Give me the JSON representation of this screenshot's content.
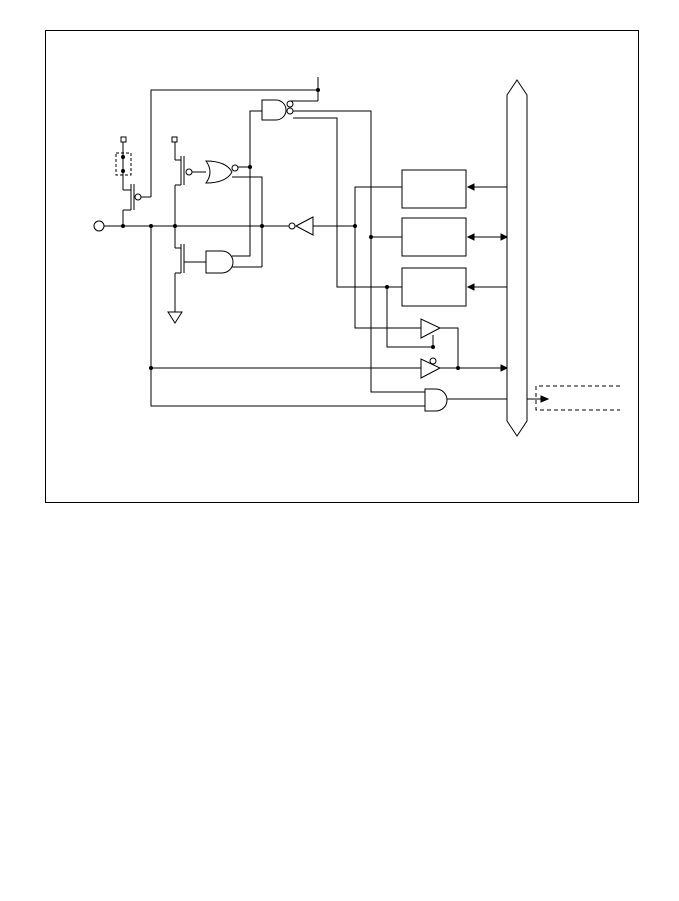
{
  "diagram": {
    "kind": "port-circuit-schematic",
    "text_labels": [],
    "colors": {
      "line": "#000000",
      "background": "#ffffff"
    },
    "components": [
      "pin-terminal",
      "pull-up-mosfet",
      "pull-up-enable-box",
      "pmos-output",
      "nmos-output",
      "nor-gate",
      "and-gate",
      "top-nand-gate",
      "inverter-buffer",
      "register-1",
      "register-2",
      "register-3",
      "tri-state-buffer-1",
      "tri-state-buffer-2",
      "output-and-gate",
      "internal-data-bus",
      "peripheral-signal-box"
    ]
  }
}
